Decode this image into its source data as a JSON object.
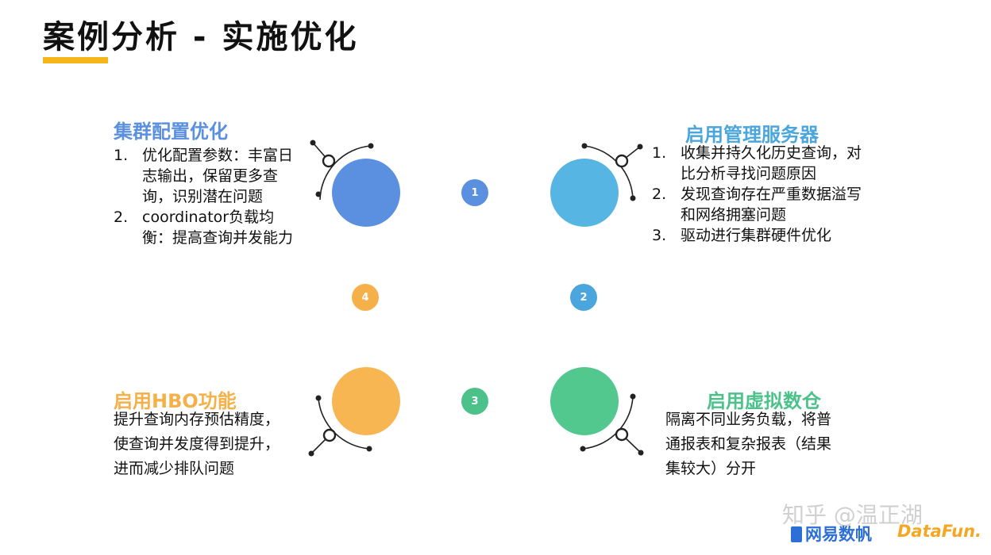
{
  "slide": {
    "title": "案例分析 - 实施优化",
    "accent_color": "#f5b51b"
  },
  "sections": {
    "cluster_config": {
      "heading": "集群配置优化",
      "color": "#5b8fe0",
      "items": [
        {
          "num": "1.",
          "text": "优化配置参数：丰富日志输出，保留更多查询，识别潜在问题"
        },
        {
          "num": "2.",
          "text": "coordinator负载均衡：提高查询并发能力"
        }
      ]
    },
    "mgmt_server": {
      "heading": "启用管理服务器",
      "color": "#4aa6dc",
      "items": [
        {
          "num": "1.",
          "text": "收集并持久化历史查询，对比分析寻找问题原因"
        },
        {
          "num": "2.",
          "text": "发现查询存在严重数据溢写和网络拥塞问题"
        },
        {
          "num": "3.",
          "text": "驱动进行集群硬件优化"
        }
      ]
    },
    "hbo": {
      "heading": "启用HBO功能",
      "color": "#f5b04a",
      "lines": [
        "提升查询内存预估精度，",
        "使查询并发度得到提升，",
        "进而减少排队问题"
      ]
    },
    "virtual_warehouse": {
      "heading": "启用虚拟数仓",
      "color": "#4cc28a",
      "lines": [
        "隔离不同业务负载，将普",
        "通报表和复杂报表（结果",
        "集较大）分开"
      ]
    }
  },
  "badges": [
    {
      "label": "1",
      "color": "#5b8fe0"
    },
    {
      "label": "2",
      "color": "#4aa6dc"
    },
    {
      "label": "3",
      "color": "#4cc28a"
    },
    {
      "label": "4",
      "color": "#f5b04a"
    }
  ],
  "footer": {
    "watermark": "知乎 @温正湖",
    "logo_netease": "网易数帆",
    "logo_datafun": "DataFun."
  }
}
